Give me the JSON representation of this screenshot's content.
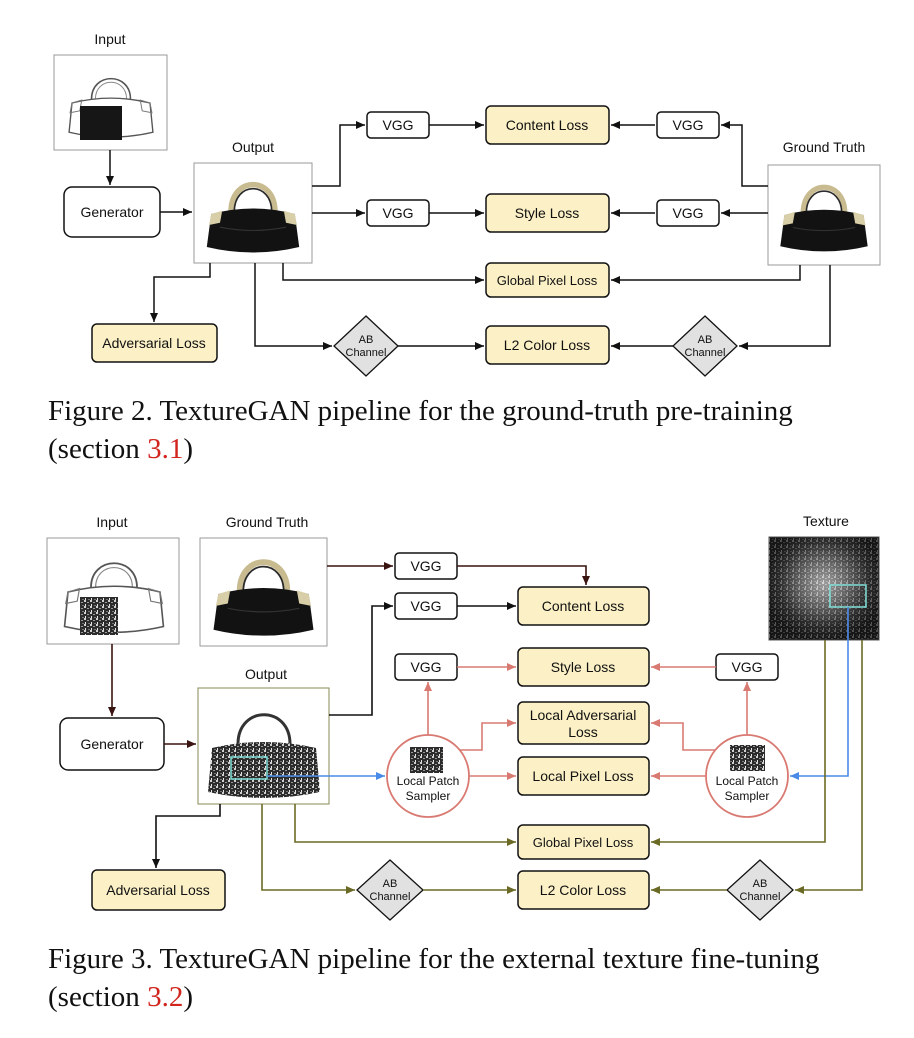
{
  "fig2": {
    "input_label": "Input",
    "output_label": "Output",
    "gt_label": "Ground Truth",
    "generator": "Generator",
    "vgg": "VGG",
    "content_loss": "Content Loss",
    "style_loss": "Style Loss",
    "global_pixel_loss": "Global Pixel Loss",
    "adversarial_loss": "Adversarial Loss",
    "l2_color_loss": "L2 Color Loss",
    "ab": "AB",
    "channel": "Channel",
    "caption_text": "Figure 2. TextureGAN pipeline for the ground-truth pre-training (section ",
    "caption_ref": "3.1",
    "caption_end": ")"
  },
  "fig3": {
    "input_label": "Input",
    "gt_label": "Ground Truth",
    "texture_label": "Texture",
    "output_label": "Output",
    "generator": "Generator",
    "vgg": "VGG",
    "content_loss": "Content Loss",
    "style_loss": "Style Loss",
    "local_adv_loss_1": "Local Adversarial",
    "local_adv_loss_2": "Loss",
    "local_pixel_loss": "Local Pixel Loss",
    "global_pixel_loss": "Global Pixel Loss",
    "adversarial_loss": "Adversarial Loss",
    "l2_color_loss": "L2 Color Loss",
    "ab": "AB",
    "channel": "Channel",
    "sampler_1": "Local Patch",
    "sampler_2": "Sampler",
    "caption_text": "Figure 3. TextureGAN pipeline for the external texture fine-tuning (section ",
    "caption_ref": "3.2",
    "caption_end": ")"
  },
  "colors": {
    "loss_fill": "#fbf0c6",
    "diamond_fill": "#e1e1e1",
    "red_arrow": "#d97a72",
    "olive_arrow": "#6b6a25",
    "blue_arrow": "#4a8be8",
    "dark_arrow": "#3a1410",
    "caption_ref": "#d0241c"
  }
}
